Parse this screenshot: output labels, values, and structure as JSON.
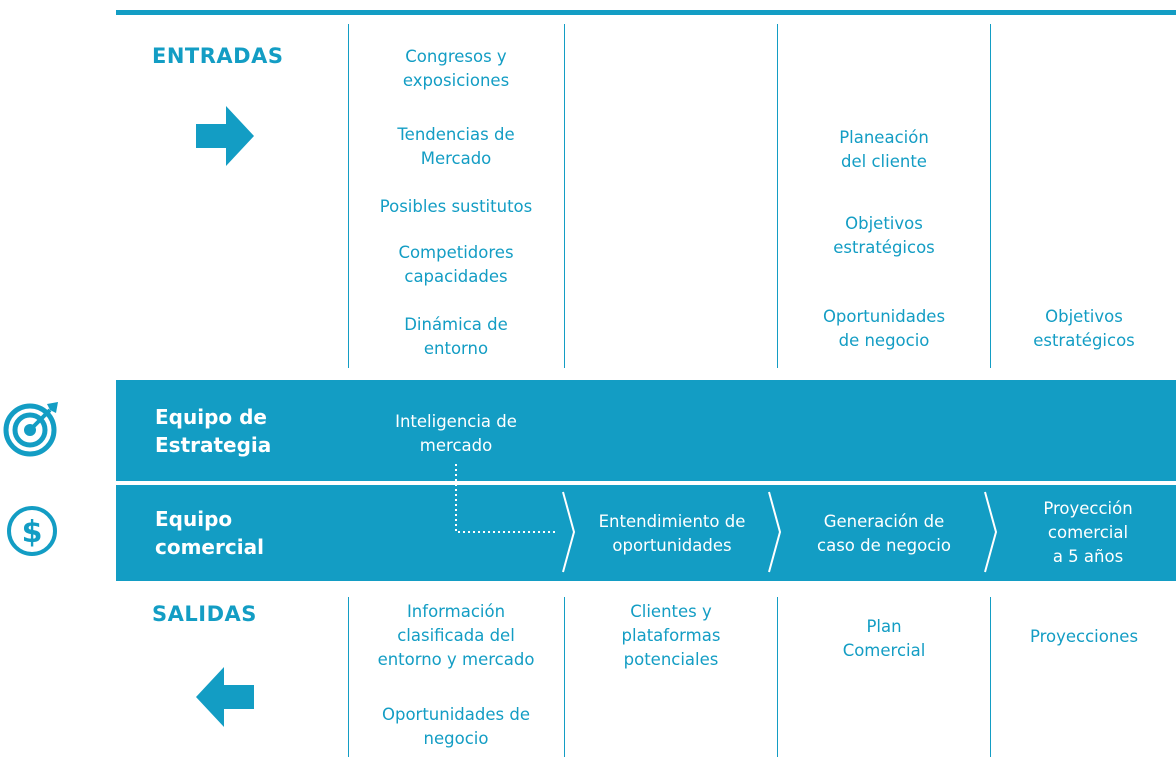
{
  "colors": {
    "accent": "#139dc4",
    "band_text": "#ffffff",
    "background": "#ffffff"
  },
  "entradas": {
    "title": "ENTRADAS",
    "col1": [
      "Congresos y\nexposiciones",
      "Tendencias de\nMercado",
      "Posibles sustitutos",
      "Competidores\ncapacidades",
      "Dinámica de\nentorno"
    ],
    "col3": [
      "Planeación\ndel cliente",
      "Objetivos\nestratégicos",
      "Oportunidades\nde negocio"
    ],
    "col4": [
      "Objetivos\nestratégicos"
    ]
  },
  "bands": {
    "estrategia": {
      "label": "Equipo de\nEstrategia",
      "activity": "Inteligencia de\nmercado",
      "icon": "target-icon"
    },
    "comercial": {
      "label": "Equipo\ncomercial",
      "icon": "dollar-icon",
      "steps": [
        "Entendimiento de\noportunidades",
        "Generación de\ncaso de negocio",
        "Proyección\ncomercial\na 5 años"
      ]
    }
  },
  "salidas": {
    "title": "SALIDAS",
    "col1": [
      "Información\nclasificada del\nentorno y mercado",
      "Oportunidades de\nnegocio"
    ],
    "col2": [
      "Clientes y\nplataformas\npotenciales"
    ],
    "col3": [
      "Plan\nComercial"
    ],
    "col4": [
      "Proyecciones"
    ]
  }
}
